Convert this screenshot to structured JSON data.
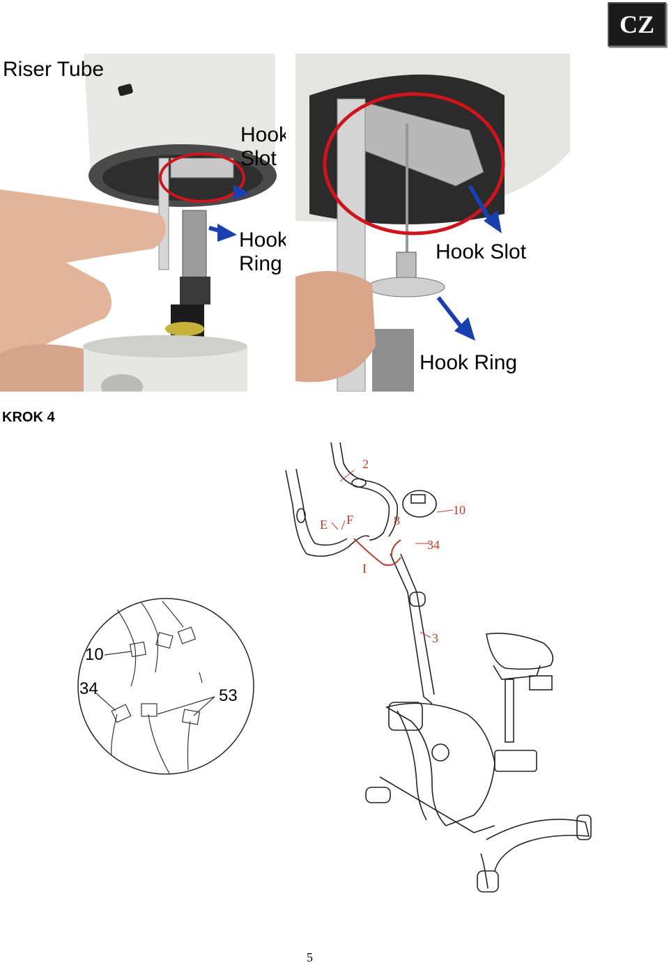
{
  "header": {
    "language_badge": "CZ"
  },
  "photos": {
    "left": {
      "labels": {
        "riser_tube": "Riser Tube",
        "hook_slot": "Hook\nSlot",
        "hook_ring": "Hook\nRing"
      }
    },
    "right": {
      "labels": {
        "hook_slot": "Hook Slot",
        "hook_ring": "Hook Ring"
      }
    }
  },
  "step": {
    "title": "KROK 4"
  },
  "diagram": {
    "part_labels": {
      "p2": "2",
      "pE": "E",
      "pF": "F",
      "p8": "8",
      "p10": "10",
      "p34": "34",
      "pI": "I",
      "p3": "3"
    },
    "detail_labels": {
      "d10": "10",
      "d34": "34",
      "d53": "53"
    }
  },
  "footer": {
    "page_number": "5"
  }
}
